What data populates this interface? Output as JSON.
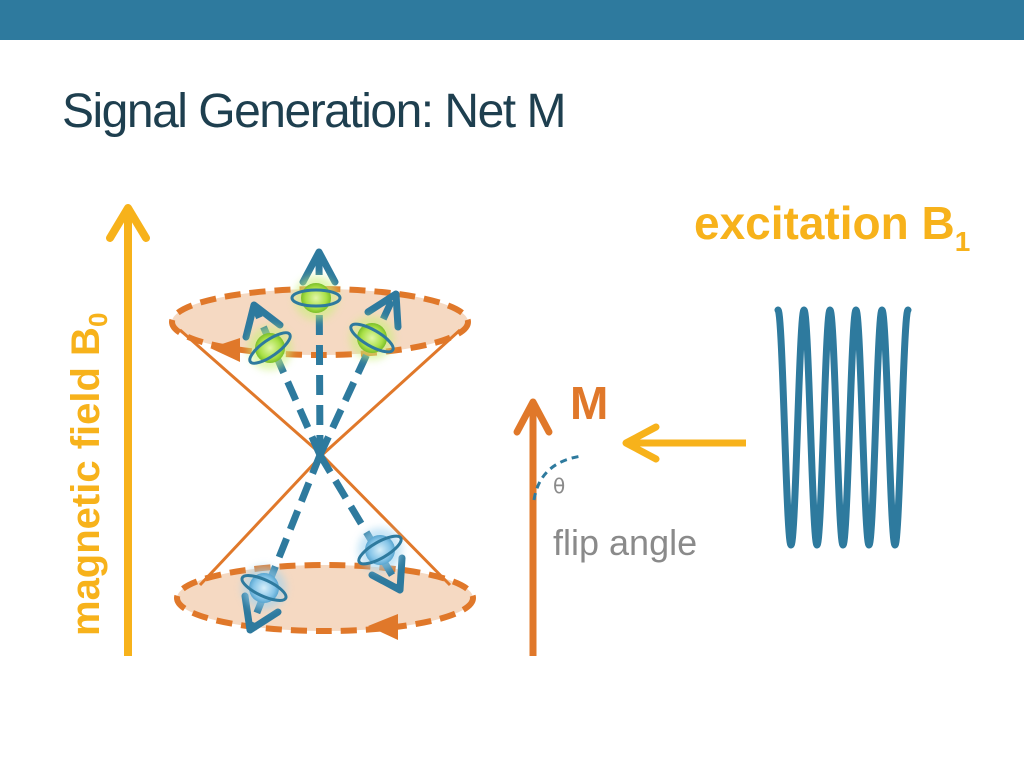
{
  "slide": {
    "title": "Signal Generation: Net M"
  },
  "labels": {
    "magnetic_field": "magnetic field B",
    "magnetic_field_subscript": "0",
    "excitation": "excitation B",
    "excitation_subscript": "1",
    "magnetization": "M",
    "theta": "θ",
    "flip_angle": "flip angle"
  },
  "colors": {
    "header_bar": "#2e7a9e",
    "title_text": "#1e3f4f",
    "yellow": "#f7b21b",
    "orange": "#e0782a",
    "cone_fill": "#f5d9c2",
    "blue": "#2e7a9e",
    "gray_text": "#8a8a8a",
    "spin_green": "#a8e046",
    "spin_blue": "#86c5e8"
  },
  "icons": {
    "spin_top": "spin-particle-icon",
    "wave": "rf-wave-icon"
  }
}
